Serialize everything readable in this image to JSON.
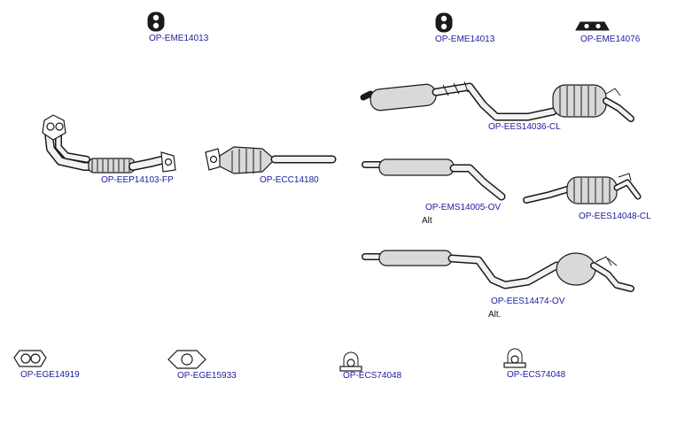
{
  "colors": {
    "link": "#1c1c9c",
    "note": "#111111",
    "background": "#ffffff"
  },
  "parts": {
    "eme14013_a": {
      "code": "OP-EME14013"
    },
    "eme14013_b": {
      "code": "OP-EME14013"
    },
    "eme14076": {
      "code": "OP-EME14076"
    },
    "ees14036": {
      "code": "OP-EES14036-CL"
    },
    "eep14103": {
      "code": "OP-EEP14103-FP"
    },
    "ecc14180": {
      "code": "OP-ECC14180"
    },
    "ems14005": {
      "code": "OP-EMS14005-OV"
    },
    "ees14048": {
      "code": "OP-EES14048-CL"
    },
    "ees14474": {
      "code": "OP-EES14474-OV"
    },
    "ege14919": {
      "code": "OP-EGE14919"
    },
    "ege15933": {
      "code": "OP-EGE15933"
    },
    "ecs74048_a": {
      "code": "OP-ECS74048"
    },
    "ecs74048_b": {
      "code": "OP-ECS74048"
    }
  },
  "notes": {
    "alt_1": "Alt",
    "alt_2": "Alt."
  }
}
